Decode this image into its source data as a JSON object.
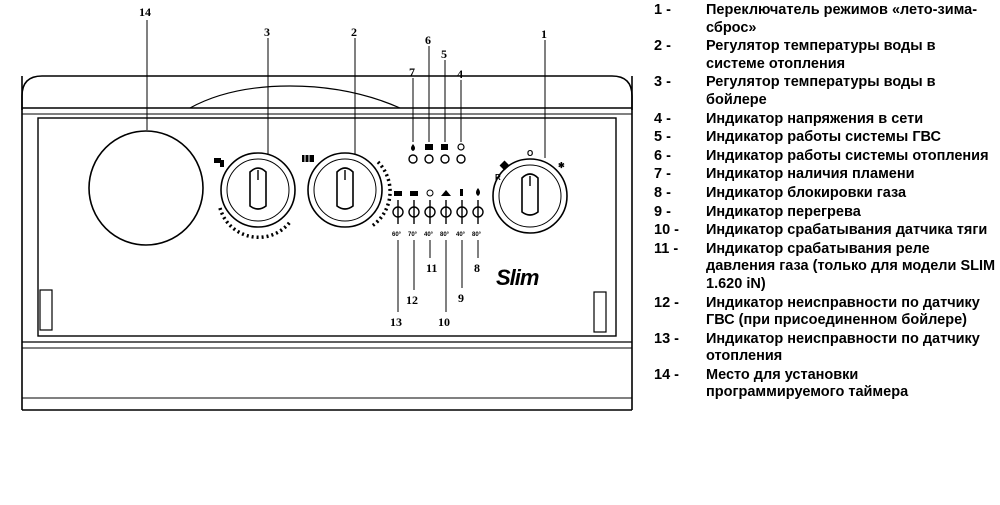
{
  "diagram": {
    "callouts": {
      "c1": "1",
      "c2": "2",
      "c3": "3",
      "c4": "4",
      "c5": "5",
      "c6": "6",
      "c7": "7",
      "c8": "8",
      "c9": "9",
      "c10": "10",
      "c11": "11",
      "c12": "12",
      "c13": "13",
      "c14": "14"
    },
    "temps": [
      "60°",
      "70°",
      "40°",
      "80°",
      "40°",
      "80°"
    ],
    "brand": "Slim",
    "mode_labels": {
      "reset": "R",
      "off": "O",
      "winter": "✱"
    }
  },
  "legend": [
    {
      "num": "1 -",
      "text": "Переключатель режимов «лето-зима-сброс»"
    },
    {
      "num": "2 -",
      "text": "Регулятор температуры воды в системе отопления"
    },
    {
      "num": "3 -",
      "text": "Регулятор температуры воды в бойлере"
    },
    {
      "num": "4 -",
      "text": "Индикатор напряжения в сети"
    },
    {
      "num": "5 -",
      "text": "Индикатор работы системы ГВС"
    },
    {
      "num": "6 -",
      "text": "Индикатор работы системы отопления"
    },
    {
      "num": "7 -",
      "text": "Индикатор наличия пламени"
    },
    {
      "num": "8 -",
      "text": "Индикатор блокировки газа"
    },
    {
      "num": "9 -",
      "text": "Индикатор перегрева"
    },
    {
      "num": "10 -",
      "text": "Индикатор срабатывания датчика тяги"
    },
    {
      "num": "11 -",
      "text": "Индикатор срабатывания реле давления газа (только для модели SLIM 1.620 iN)"
    },
    {
      "num": "12 -",
      "text": "Индикатор неисправности по датчику ГВС (при присоединенном бойлере)"
    },
    {
      "num": "13 -",
      "text": "Индикатор неисправности по датчику отопления"
    },
    {
      "num": "14 -",
      "text": "Место для установки программируемого таймера"
    }
  ]
}
